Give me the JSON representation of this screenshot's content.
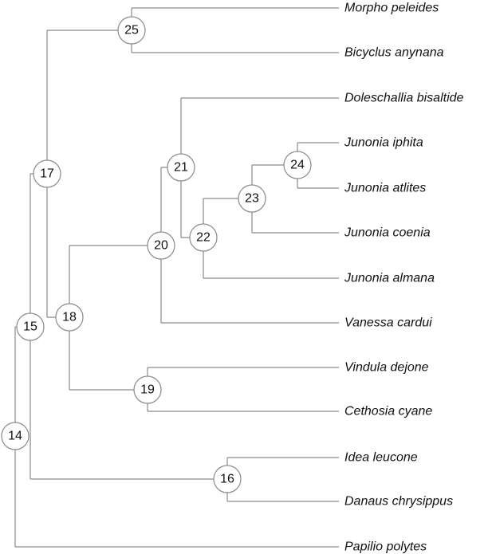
{
  "tips": [
    {
      "id": "t1",
      "name": "Morpho peleides"
    },
    {
      "id": "t2",
      "name": "Bicyclus anynana"
    },
    {
      "id": "t3",
      "name": "Doleschallia bisaltide"
    },
    {
      "id": "t4",
      "name": "Junonia iphita"
    },
    {
      "id": "t5",
      "name": "Junonia atlites"
    },
    {
      "id": "t6",
      "name": "Junonia coenia"
    },
    {
      "id": "t7",
      "name": "Junonia almana"
    },
    {
      "id": "t8",
      "name": "Vanessa cardui"
    },
    {
      "id": "t9",
      "name": "Vindula dejone"
    },
    {
      "id": "t10",
      "name": "Cethosia cyane"
    },
    {
      "id": "t11",
      "name": "Idea leucone"
    },
    {
      "id": "t12",
      "name": "Danaus chrysippus"
    },
    {
      "id": "t13",
      "name": "Papilio polytes"
    }
  ],
  "nodes": [
    {
      "id": "n14",
      "label": "14",
      "children": [
        "n15",
        "t13"
      ]
    },
    {
      "id": "n15",
      "label": "15",
      "children": [
        "n17",
        "n16"
      ]
    },
    {
      "id": "n16",
      "label": "16",
      "children": [
        "t11",
        "t12"
      ]
    },
    {
      "id": "n17",
      "label": "17",
      "children": [
        "n25",
        "n18"
      ]
    },
    {
      "id": "n18",
      "label": "18",
      "children": [
        "n20",
        "n19"
      ]
    },
    {
      "id": "n19",
      "label": "19",
      "children": [
        "t9",
        "t10"
      ]
    },
    {
      "id": "n20",
      "label": "20",
      "children": [
        "n21",
        "t8"
      ]
    },
    {
      "id": "n21",
      "label": "21",
      "children": [
        "t3",
        "n22"
      ]
    },
    {
      "id": "n22",
      "label": "22",
      "children": [
        "n23",
        "t7"
      ]
    },
    {
      "id": "n23",
      "label": "23",
      "children": [
        "n24",
        "t6"
      ]
    },
    {
      "id": "n24",
      "label": "24",
      "children": [
        "t4",
        "t5"
      ]
    },
    {
      "id": "n25",
      "label": "25",
      "children": [
        "t1",
        "t2"
      ]
    }
  ],
  "root": "n14",
  "colors": {
    "branch": "#8a8a8a",
    "text": "#111111",
    "node_fill": "#ffffff"
  }
}
